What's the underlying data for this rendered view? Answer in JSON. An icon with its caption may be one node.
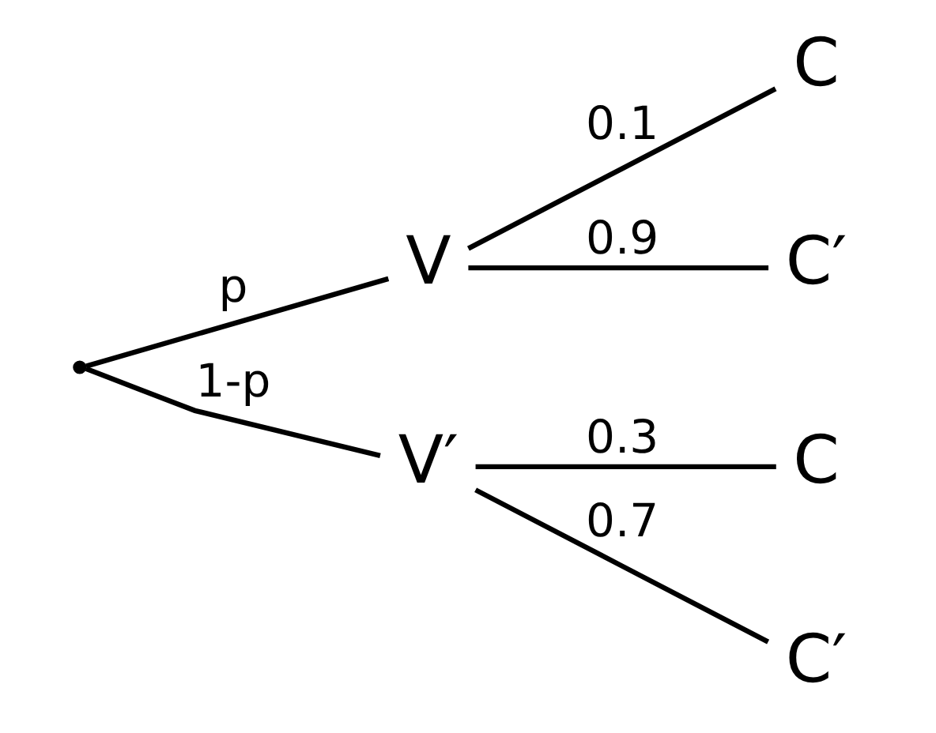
{
  "diagram": {
    "nodes": [
      {
        "text": [],
        "shape": "point"
      },
      {
        "text": [
          "V"
        ]
      },
      {
        "text": [
          "V′"
        ]
      },
      {
        "text": [
          "C"
        ]
      },
      {
        "text": [
          "C′"
        ]
      },
      {
        "text": [
          "C"
        ]
      },
      {
        "text": [
          "C′"
        ]
      }
    ],
    "edges": [
      {
        "from": 0,
        "to": 1,
        "arrow": "none",
        "label": "p"
      },
      {
        "from": 0,
        "to": 2,
        "arrow": "none",
        "label": "1-p"
      },
      {
        "from": 1,
        "to": 3,
        "arrow": "none",
        "label": "0.1"
      },
      {
        "from": 1,
        "to": 4,
        "arrow": "none",
        "label": "0.9"
      },
      {
        "from": 2,
        "to": 5,
        "arrow": "none",
        "label": "0.3"
      },
      {
        "from": 2,
        "to": 6,
        "arrow": "none",
        "label": "0.7"
      }
    ]
  }
}
